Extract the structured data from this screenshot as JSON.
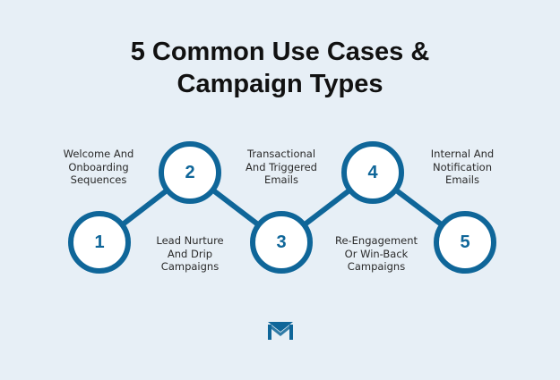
{
  "title": {
    "line1": "5 Common Use Cases &",
    "line2": "Campaign Types"
  },
  "colors": {
    "background": "#e7eff6",
    "accent": "#0f6699",
    "node_fill": "#ffffff",
    "text": "#2a2a2a"
  },
  "nodes": [
    {
      "number": "1",
      "label_lines": [
        "Welcome And",
        "Onboarding",
        "Sequences"
      ]
    },
    {
      "number": "2",
      "label_lines": [
        "Lead Nurture",
        "And Drip",
        "Campaigns"
      ]
    },
    {
      "number": "3",
      "label_lines": [
        "Transactional",
        "And Triggered",
        "Emails"
      ]
    },
    {
      "number": "4",
      "label_lines": [
        "Re-Engagement",
        "Or Win-Back",
        "Campaigns"
      ]
    },
    {
      "number": "5",
      "label_lines": [
        "Internal And",
        "Notification",
        "Emails"
      ]
    }
  ],
  "logo": {
    "icon": "m-envelope-logo-icon"
  }
}
